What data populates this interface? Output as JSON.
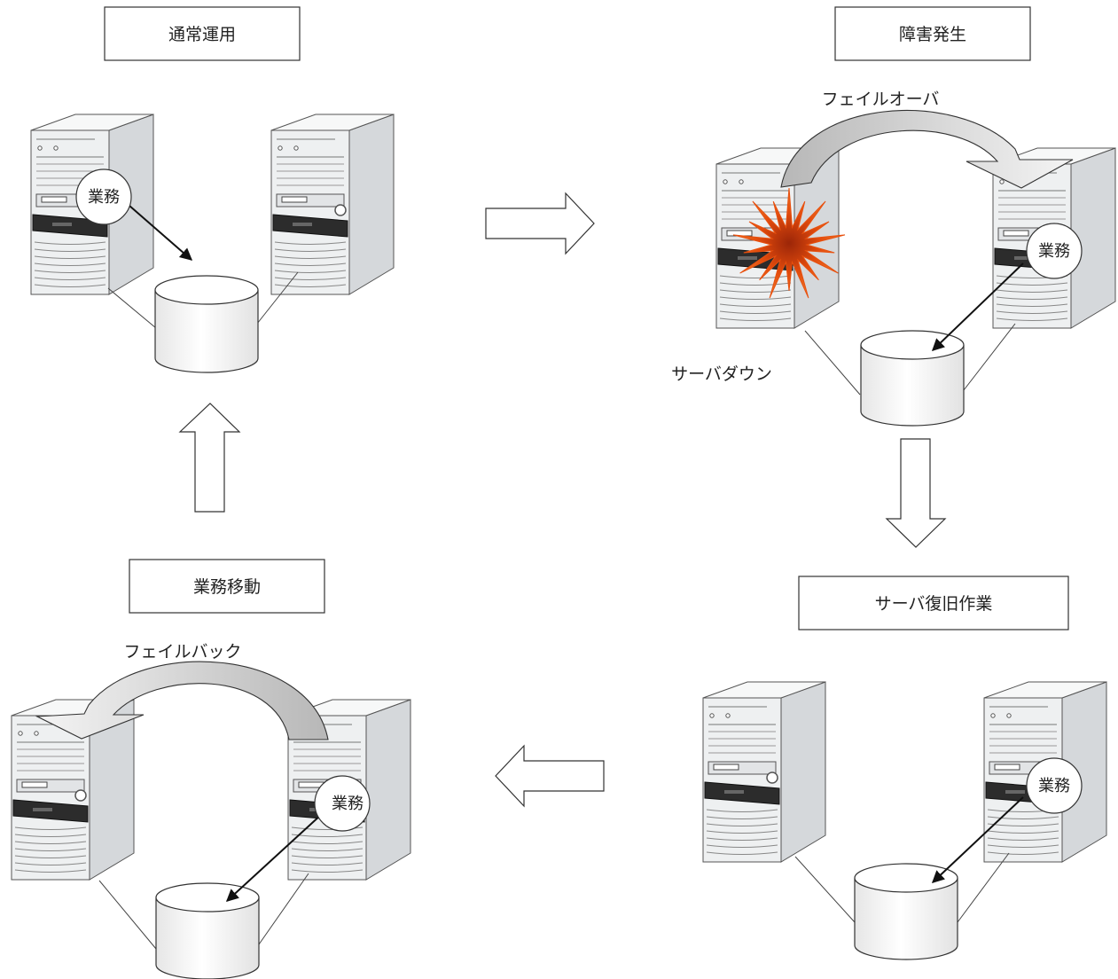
{
  "panels": {
    "normal": {
      "title": "通常運用",
      "task_label": "業務"
    },
    "failure": {
      "title": "障害発生",
      "task_label": "業務",
      "failover_label": "フェイルオーバ",
      "server_down_label": "サーバダウン"
    },
    "recovery": {
      "title": "サーバ復旧作業",
      "task_label": "業務"
    },
    "migration": {
      "title": "業務移動",
      "task_label": "業務",
      "failback_label": "フェイルバック"
    }
  },
  "colors": {
    "server_front": "#eef0f1",
    "server_side": "#d5d8db",
    "server_top": "#f7f8f8",
    "bezel_dark": "#2c2c2c",
    "explosion_outer": "#e8500e",
    "explosion_inner": "#a8290a",
    "curve_arrow": "#c9c9c9"
  }
}
